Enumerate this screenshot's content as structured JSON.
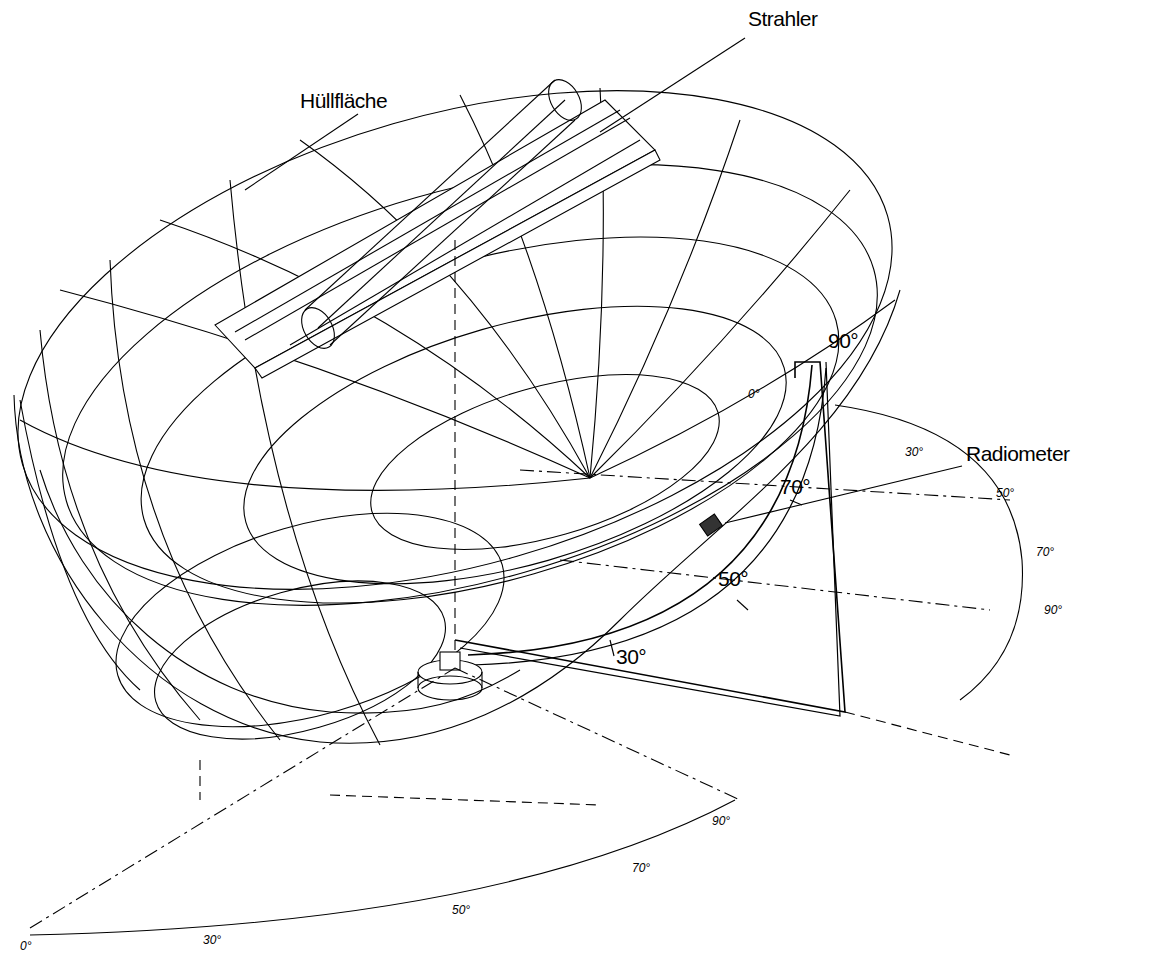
{
  "diagram": {
    "labels": [
      "Strahler",
      "Hüllfläche",
      "90°",
      "0°",
      "30°",
      "Radiometer",
      "50°",
      "70°",
      "70°",
      "50°",
      "90°",
      "30°",
      "90°",
      "70°",
      "50°",
      "30°",
      "0°"
    ]
  }
}
